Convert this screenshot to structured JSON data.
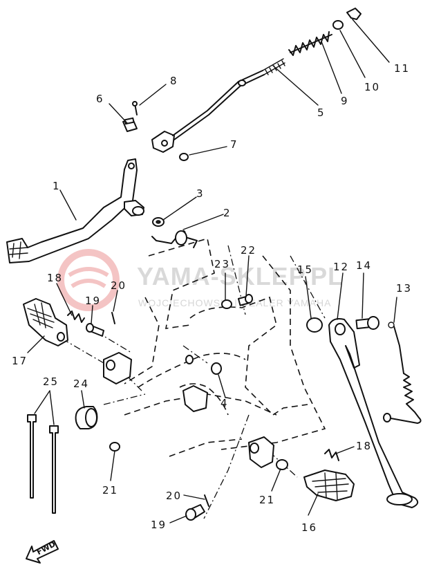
{
  "watermark": {
    "brand": "YAMA-SKLEP.PL",
    "tagline": "WOJCIECHOWSKI | DEALER YAMAHA",
    "logo_color": "#f2b5b5"
  },
  "direction_label": "FWD",
  "callouts": [
    {
      "id": "callout-1",
      "number": "1"
    },
    {
      "id": "callout-2",
      "number": "2"
    },
    {
      "id": "callout-3",
      "number": "3"
    },
    {
      "id": "callout-4",
      "number": "4"
    },
    {
      "id": "callout-5",
      "number": "5"
    },
    {
      "id": "callout-6",
      "number": "6"
    },
    {
      "id": "callout-7",
      "number": "7"
    },
    {
      "id": "callout-8",
      "number": "8"
    },
    {
      "id": "callout-9",
      "number": "9"
    },
    {
      "id": "callout-10",
      "number": "10"
    },
    {
      "id": "callout-11",
      "number": "11"
    },
    {
      "id": "callout-12",
      "number": "12"
    },
    {
      "id": "callout-13",
      "number": "13"
    },
    {
      "id": "callout-14",
      "number": "14"
    },
    {
      "id": "callout-15",
      "number": "15"
    },
    {
      "id": "callout-16",
      "number": "16"
    },
    {
      "id": "callout-17",
      "number": "17"
    },
    {
      "id": "callout-18a",
      "number": "18"
    },
    {
      "id": "callout-18b",
      "number": "18"
    },
    {
      "id": "callout-19a",
      "number": "19"
    },
    {
      "id": "callout-19b",
      "number": "19"
    },
    {
      "id": "callout-20a",
      "number": "20"
    },
    {
      "id": "callout-20b",
      "number": "20"
    },
    {
      "id": "callout-21a",
      "number": "21"
    },
    {
      "id": "callout-21b",
      "number": "21"
    },
    {
      "id": "callout-22",
      "number": "22"
    },
    {
      "id": "callout-23",
      "number": "23"
    },
    {
      "id": "callout-24",
      "number": "24"
    },
    {
      "id": "callout-25",
      "number": "25"
    }
  ]
}
